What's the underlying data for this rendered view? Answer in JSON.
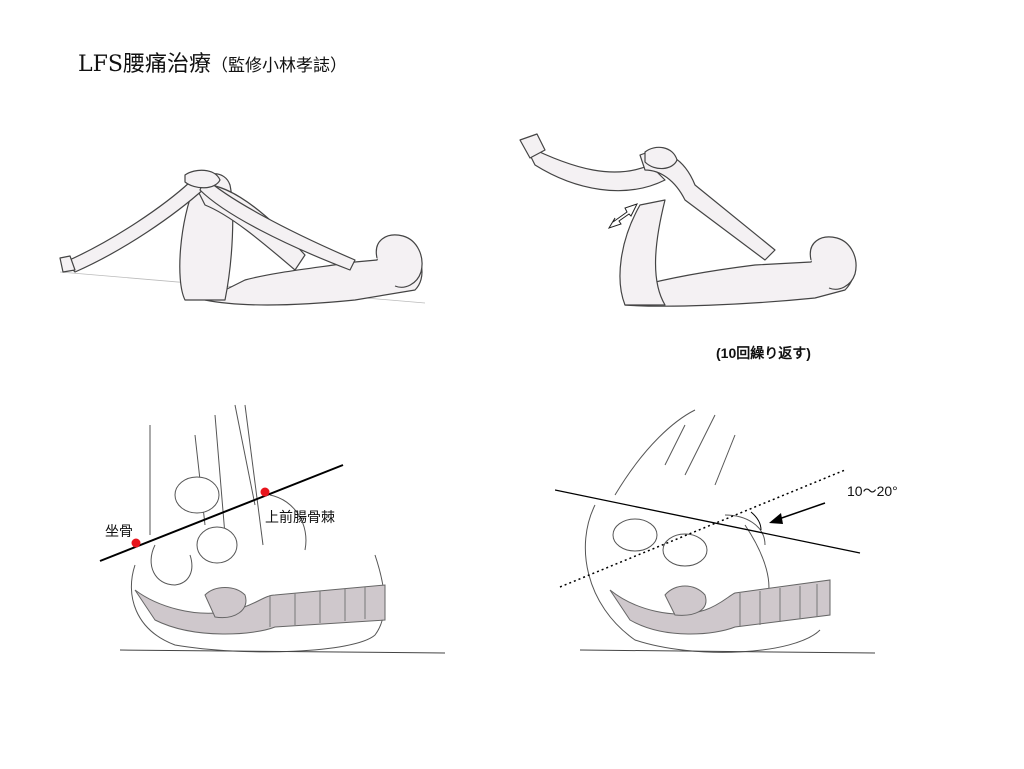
{
  "header": {
    "title": "LFS腰痛治療",
    "subtitle": "（監修小林孝誌）"
  },
  "figures": {
    "top_right_caption": "(10回繰り返す)",
    "bottom_left": {
      "ischium_label": "坐骨",
      "asis_label": "上前腸骨棘"
    },
    "bottom_right": {
      "angle_label": "10～20°"
    }
  },
  "colors": {
    "marker": "#e8141c",
    "bone_fill": "#cfc8cc",
    "skin_fill": "#f4f1f3",
    "line": "#000000"
  }
}
